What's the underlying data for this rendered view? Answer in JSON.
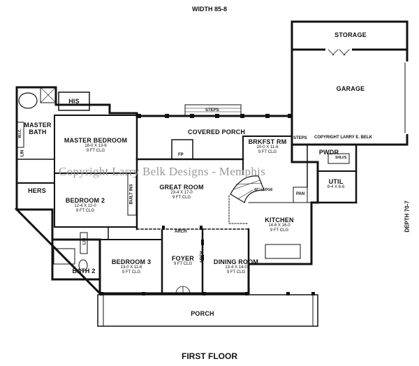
{
  "header": {
    "width": "WIDTH 85-8",
    "depth": "DEPTH 70-7",
    "title": "FIRST FLOOR"
  },
  "watermark": "Copyright Larry Belk Designs - Memphis",
  "copyright_small": "COPYRIGHT LARRY E. BELK",
  "rooms": {
    "storage": {
      "name": "STORAGE"
    },
    "garage": {
      "name": "GARAGE"
    },
    "his": {
      "name": "HIS"
    },
    "master_bath": {
      "name": "MASTER",
      "name2": "BATH"
    },
    "master_bedroom": {
      "name": "MASTER BEDROOM",
      "dims": "18-0 X 13-6",
      "clg": "9 FT CLG"
    },
    "covered_porch": {
      "name": "COVERED PORCH"
    },
    "brkfst_rm": {
      "name": "BRKFST RM",
      "dims": "10-0 X 11-6",
      "clg": "9 FT CLG"
    },
    "hers": {
      "name": "HERS"
    },
    "bedroom2": {
      "name": "BEDROOM 2",
      "dims": "12-4 X 12-0",
      "clg": "9 FT CLG"
    },
    "great_room": {
      "name": "GREAT ROOM",
      "dims": "23-4 X 17-0",
      "clg": "9 FT CLG"
    },
    "pwdr": {
      "name": "PWDR"
    },
    "util": {
      "name": "UTIL",
      "dims": "8-4 X 6-6"
    },
    "kitchen": {
      "name": "KITCHEN",
      "dims": "14-6 X 16-0",
      "clg": "9 FT CLG"
    },
    "bath2": {
      "name": "BATH 2"
    },
    "bedroom3": {
      "name": "BEDROOM 3",
      "dims": "13-0 X 11-6",
      "clg": "9 FT CLG"
    },
    "foyer": {
      "name": "FOYER",
      "clg": "9 FT CLG"
    },
    "dining_room": {
      "name": "DINING ROOM",
      "dims": "13-4 X 14-0",
      "clg": "9 FT CLG"
    },
    "porch": {
      "name": "PORCH"
    }
  },
  "fixtures": {
    "steps_porch": "STEPS",
    "steps_garage": "STEPS",
    "fp": "FP",
    "built_ins": "BUILT INS",
    "arch_great": "ARCH",
    "arch_foyer": "ARCH",
    "pan": "PAN",
    "ledge": "42\" LEDGE",
    "shlvs": "SHLVS",
    "lin_master": "LIN",
    "lin_bath2": "LIN",
    "wic_label": "W.I.C."
  }
}
